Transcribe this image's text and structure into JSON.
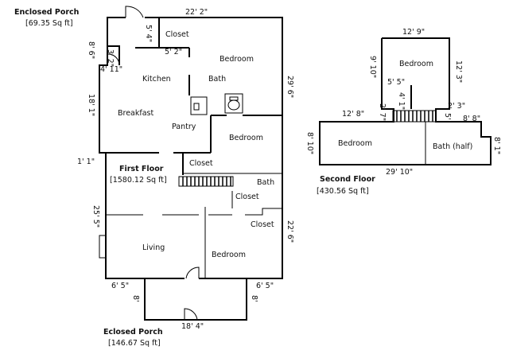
{
  "enclosed_porch": {
    "title": "Enclosed Porch",
    "area": "[69.35 Sq ft]",
    "dim_width": "4' 11\"",
    "dim_height": "8' 6\"",
    "dim_step": "3' 2\""
  },
  "first_floor": {
    "title": "First Floor",
    "area": "[1580.12 Sq ft]",
    "rooms": {
      "closet_top": "Closet",
      "bedroom_top": "Bedroom",
      "kitchen": "Kitchen",
      "bath_top": "Bath",
      "breakfast": "Breakfast",
      "pantry": "Pantry",
      "bedroom_mid": "Bedroom",
      "closet_mid": "Closet",
      "bath_mid": "Bath",
      "closet_hall": "Closet",
      "closet_low": "Closet",
      "living": "Living",
      "bedroom_low": "Bedroom"
    },
    "dims": {
      "top_width": "22' 2\"",
      "closet_h": "5' 4\"",
      "closet_w": "5' 2\"",
      "left_upper": "18' 1\"",
      "right_upper": "29' 6\"",
      "notch": "1' 1\"",
      "left_lower": "25' 5\"",
      "right_lower": "22' 6\"",
      "bottom_left": "6' 5\"",
      "bottom_right": "6' 5\""
    }
  },
  "eclosed_porch": {
    "title": "Eclosed Porch",
    "area": "[146.67 Sq ft]",
    "dim_width": "18' 4\"",
    "dim_left": "8'",
    "dim_right": "8'"
  },
  "second_floor": {
    "title": "Second Floor",
    "area": "[430.56 Sq ft]",
    "rooms": {
      "bedroom_upper": "Bedroom",
      "bedroom_lower": "Bedroom",
      "bath_half": "Bath (half)"
    },
    "dims": {
      "upper_width": "12' 9\"",
      "upper_left": "9' 10\"",
      "upper_right": "12' 3\"",
      "stair_w": "5' 5\"",
      "stair_h": "4' 1\"",
      "left_w": "12' 8\"",
      "stair_side": "2' 7\"",
      "right_small": "2' 3\"",
      "right_5": "5'",
      "right_w": "8' 8\"",
      "left_h": "8' 10\"",
      "bottom_w": "29' 10\"",
      "right_h": "8' 1\""
    }
  }
}
